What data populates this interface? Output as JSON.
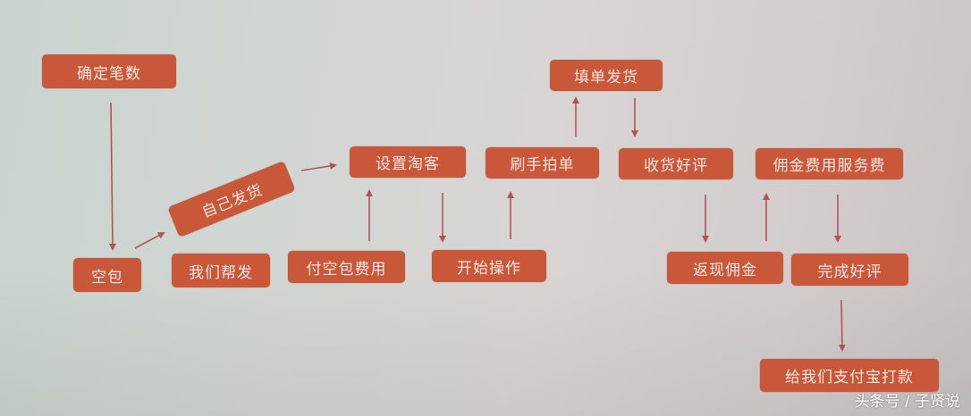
{
  "diagram": {
    "type": "flowchart",
    "node_color": "#c9573a",
    "arrow_color": "#b0545a",
    "nodes": {
      "confirm_count": "确定笔数",
      "empty_package": "空包",
      "self_ship": "自己发货",
      "we_ship": "我们帮发",
      "pay_empty_package_fee": "付空包费用",
      "setup_taoke": "设置淘客",
      "start_operation": "开始操作",
      "brusher_order": "刷手拍单",
      "fill_and_ship": "填单发货",
      "receive_good_review": "收货好评",
      "cashback_commission": "返现佣金",
      "commission_service_fee": "佣金费用服务费",
      "complete_good_review": "完成好评",
      "pay_to_alipay": "给我们支付宝打款"
    },
    "edges": [
      [
        "确定笔数",
        "空包"
      ],
      [
        "空包",
        "自己发货"
      ],
      [
        "自己发货",
        "设置淘客"
      ],
      [
        "付空包费用",
        "设置淘客"
      ],
      [
        "设置淘客",
        "开始操作"
      ],
      [
        "开始操作",
        "刷手拍单"
      ],
      [
        "刷手拍单",
        "填单发货"
      ],
      [
        "填单发货",
        "收货好评"
      ],
      [
        "收货好评",
        "返现佣金"
      ],
      [
        "返现佣金",
        "佣金费用服务费"
      ],
      [
        "佣金费用服务费",
        "完成好评"
      ],
      [
        "完成好评",
        "给我们支付宝打款"
      ]
    ]
  },
  "watermark": "头条号 / 子贤说"
}
